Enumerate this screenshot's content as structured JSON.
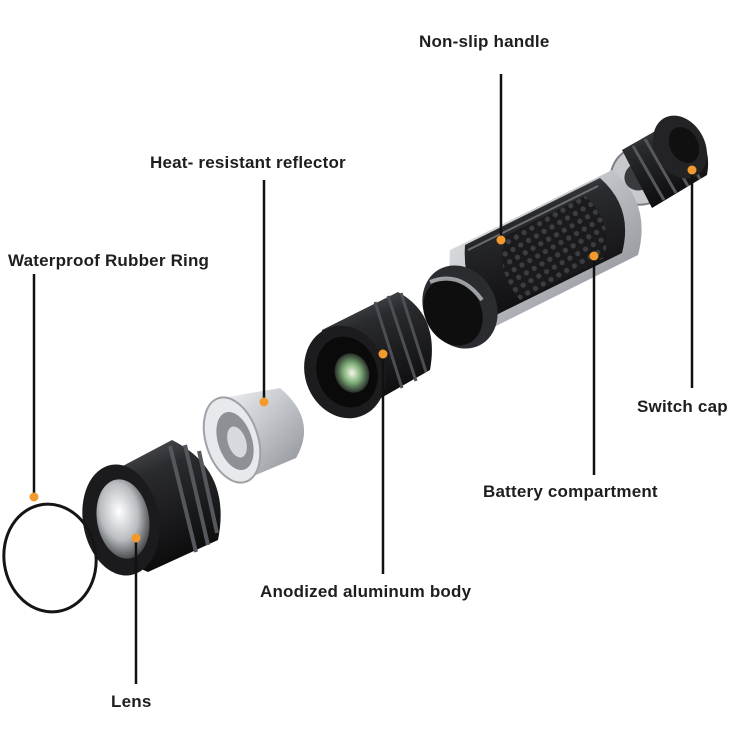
{
  "labels": {
    "non_slip_handle": "Non-slip handle",
    "heat_resistant_reflector": "Heat- resistant reflector",
    "waterproof_rubber_ring": "Waterproof Rubber Ring",
    "switch_cap": "Switch cap",
    "battery_compartment": "Battery compartment",
    "anodized_aluminum_body": "Anodized aluminum body",
    "lens": "Lens"
  },
  "colors": {
    "marker": "#f29a2e",
    "leader_line": "#111111",
    "metal_dark": "#1c1c1e",
    "metal_silver": "#c9ccd0",
    "text": "#1e1e1e"
  }
}
